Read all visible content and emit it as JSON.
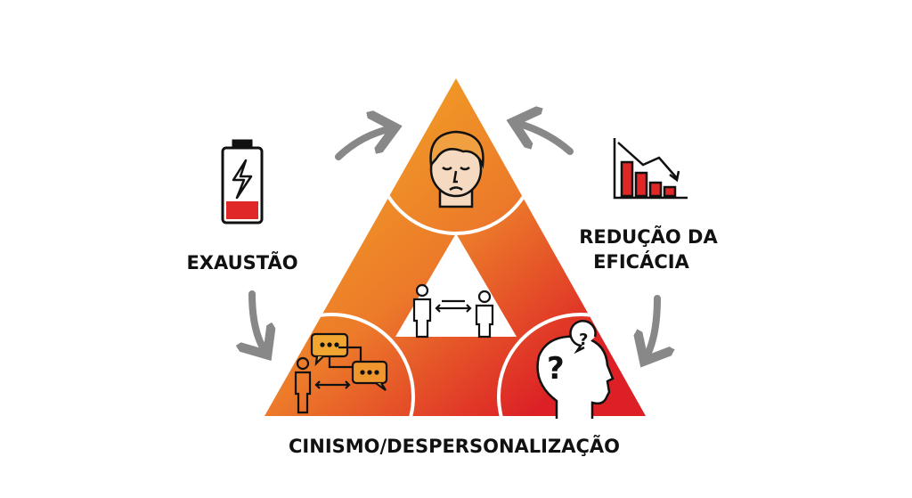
{
  "title": "Burnout triangle",
  "labels": {
    "exhaustion": "EXAUSTÃO",
    "reduced_efficacy_line1": "REDUÇÃO DA",
    "reduced_efficacy_line2": "EFICÁCIA",
    "cynicism": "CINISMO/DESPERSONALIZAÇÃO"
  },
  "icons": {
    "battery": "battery-low-icon",
    "chart": "declining-bar-chart-icon",
    "face": "tired-face-icon",
    "chat": "conversation-icon",
    "people": "distant-people-icon",
    "head": "confused-head-icon"
  },
  "colors": {
    "gradient_start": "#f4b223",
    "gradient_mid": "#ec7a2a",
    "gradient_end": "#dc2026",
    "arrow": "#888888",
    "skin": "#f5d9c0",
    "hair": "#f0a040",
    "red_bar": "#e02828"
  }
}
